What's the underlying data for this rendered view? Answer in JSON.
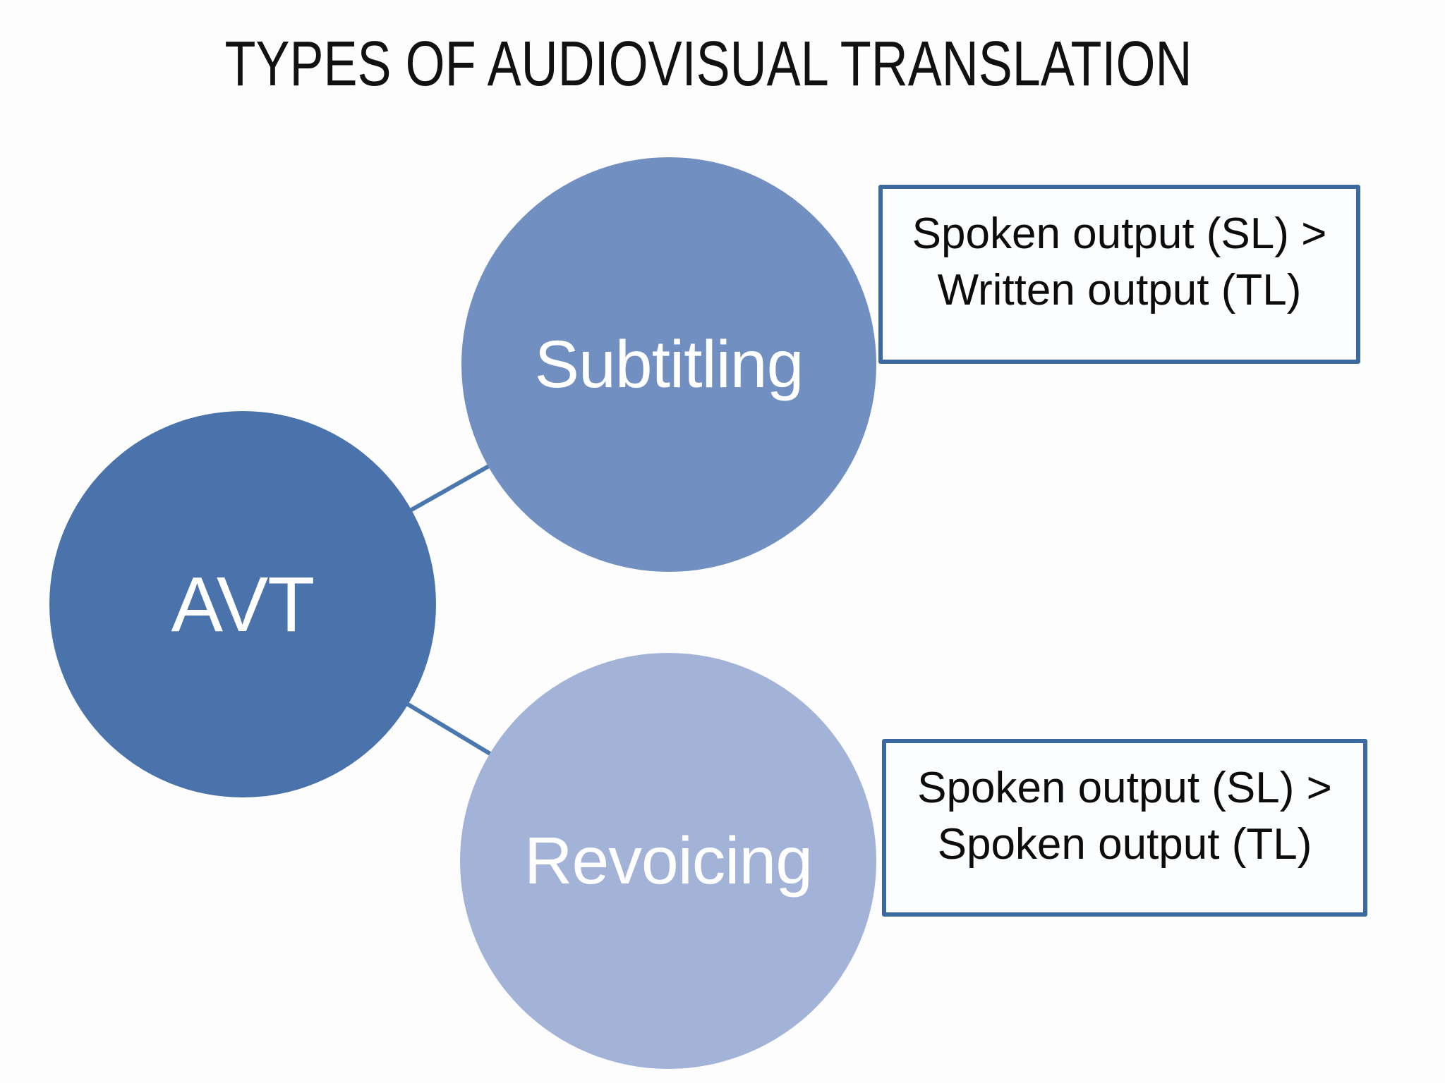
{
  "title": "TYPES OF AUDIOVISUAL TRANSLATION",
  "diagram": {
    "center_node": {
      "label": "AVT"
    },
    "branches": [
      {
        "label": "Subtitling",
        "annotation_line1": "Spoken output (SL) >",
        "annotation_line2": "Written output (TL)"
      },
      {
        "label": "Revoicing",
        "annotation_line1": "Spoken output (SL) >",
        "annotation_line2": "Spoken output (TL)"
      }
    ]
  },
  "colors": {
    "background": "#fdfdfd",
    "title_text": "#111111",
    "avt_circle_fill": "#4a73ac",
    "subtitling_circle_fill": "#7190c1",
    "revoicing_circle_fill": "#a3b2d7",
    "circle_label_text": "#ffffff",
    "connector_line": "#4a77ad",
    "note_box_border": "#3c69a0",
    "note_box_fill": "#fcfdfe",
    "note_box_text": "#0c0c0c"
  }
}
